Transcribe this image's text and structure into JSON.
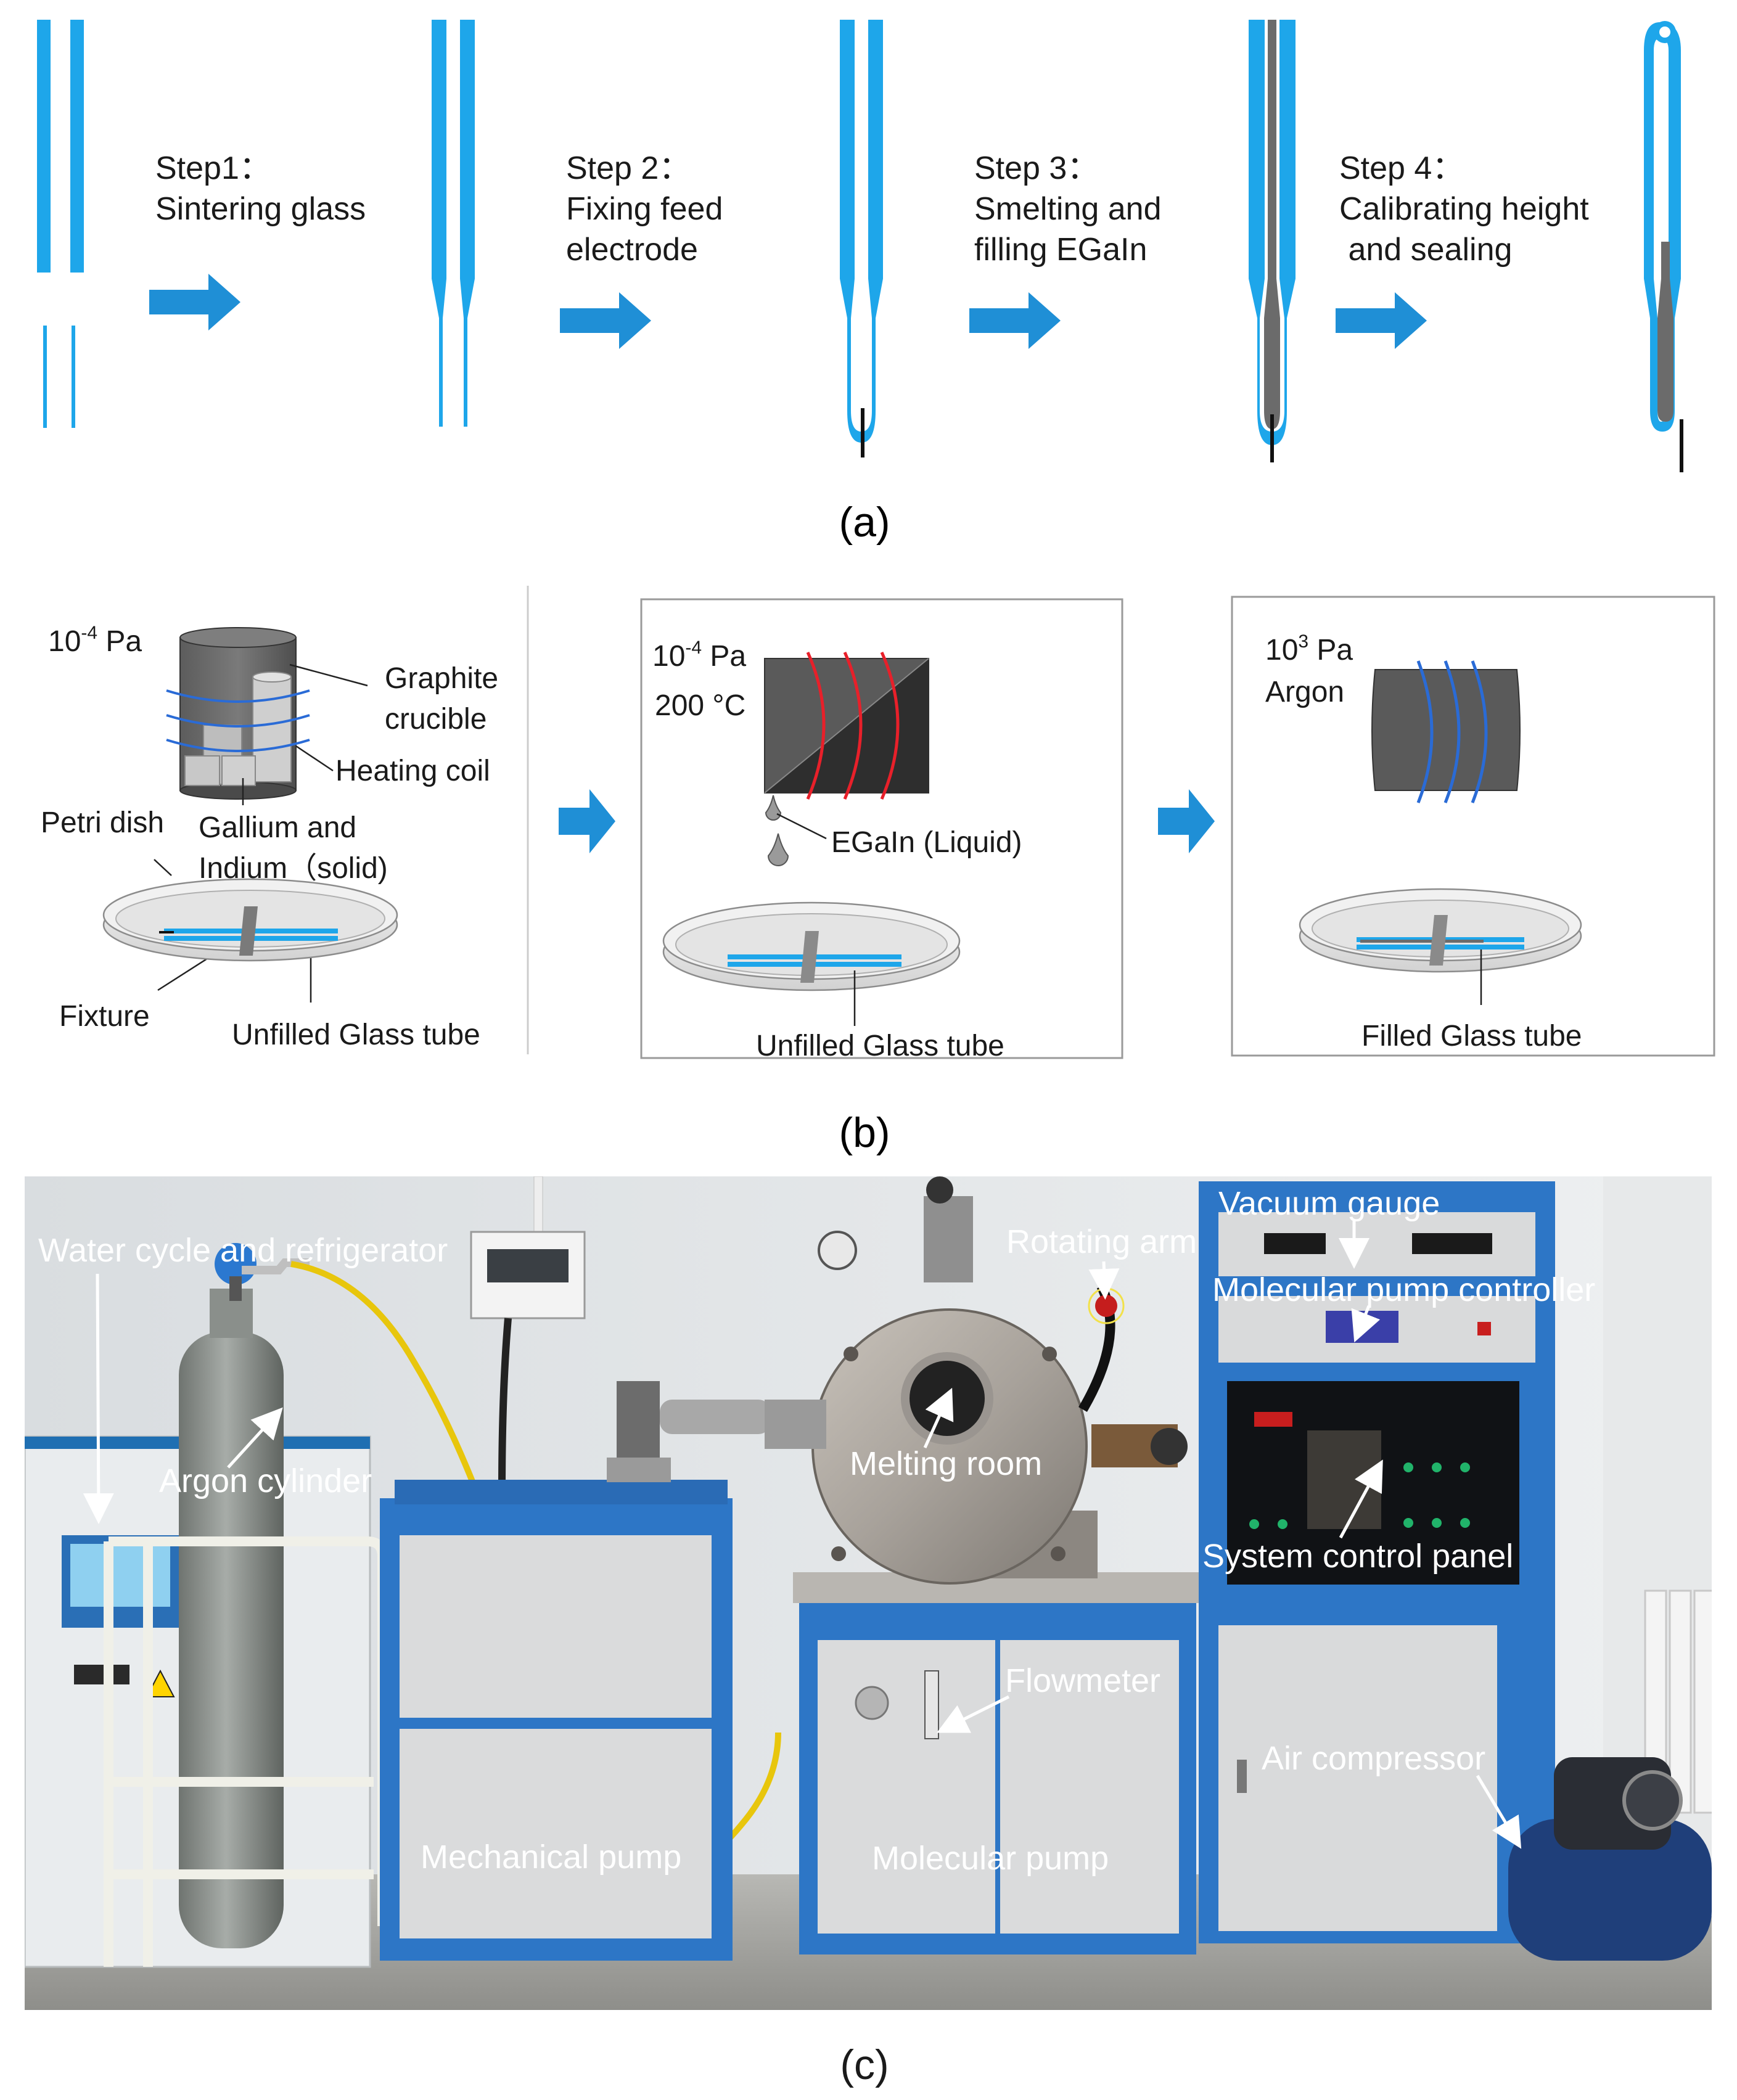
{
  "colors": {
    "tube_blue": "#1ea6ea",
    "arrow_blue": "#1f8fd6",
    "coil_red": "#e8202a",
    "coil_blue": "#2a6bd6",
    "egain_gray": "#6b6b6b",
    "photo_sky": "#dfe3e6"
  },
  "panel_a": {
    "caption": "(a)",
    "steps": [
      {
        "line1": "Step1：",
        "line2": "Sintering glass",
        "line3": ""
      },
      {
        "line1": "Step 2：",
        "line2": "Fixing feed",
        "line3": "electrode"
      },
      {
        "line1": "Step 3：",
        "line2": "Smelting and",
        "line3": "filling EGaIn"
      },
      {
        "line1": "Step 4：",
        "line2": "Calibrating height",
        "line3": " and sealing"
      }
    ]
  },
  "panel_b": {
    "caption": "(b)",
    "stage1": {
      "pressure_base": "10",
      "pressure_exp": "-4",
      "pressure_unit": " Pa",
      "graphite_line1": "Graphite",
      "graphite_line2": "crucible",
      "heating_coil": "Heating coil",
      "petri_dish": "Petri dish",
      "ga_in_line1": "Gallium and",
      "ga_in_line2": "Indium（solid)",
      "fixture": "Fixture",
      "unfilled_tube": "Unfilled Glass tube"
    },
    "stage2": {
      "pressure_base": "10",
      "pressure_exp": "-4",
      "pressure_unit": " Pa",
      "temperature": "200 °C",
      "egain_liquid": "EGaIn (Liquid)",
      "unfilled_tube": "Unfilled Glass tube"
    },
    "stage3": {
      "pressure_base": "10",
      "pressure_exp": "3",
      "pressure_unit": " Pa",
      "gas": "Argon",
      "filled_tube": "Filled Glass tube"
    }
  },
  "panel_c": {
    "caption": "(c)",
    "labels": {
      "water_cycle": "Water cycle and refrigerator",
      "argon_cylinder": "Argon cylinder",
      "rotating_arm": "Rotating arm",
      "vacuum_gauge": "Vacuum gauge",
      "molecular_pump_controller": "Molecular pump controller",
      "melting_room": "Melting room",
      "system_control_panel": "System control panel",
      "flowmeter": "Flowmeter",
      "air_compressor": "Air compressor",
      "mechanical_pump": "Mechanical pump",
      "molecular_pump": "Molecular pump"
    }
  }
}
